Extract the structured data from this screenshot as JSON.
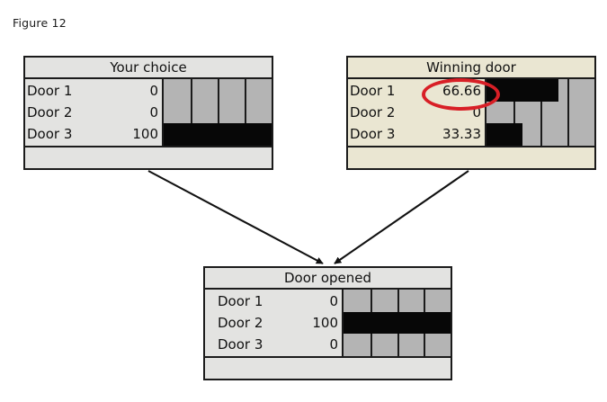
{
  "figure": {
    "caption": "Figure 12"
  },
  "chart_data": {
    "type": "bar",
    "title": "Figure 12",
    "xlabel": "",
    "ylabel": "",
    "xlim": [
      0,
      100
    ],
    "grid": true,
    "gridlines": [
      25,
      50,
      75
    ],
    "legend": "none",
    "panels": [
      {
        "title": "Your choice",
        "categories": [
          "Door 1",
          "Door 2",
          "Door 3"
        ],
        "values": [
          0,
          0,
          100
        ],
        "value_labels": [
          "0",
          "0",
          "100"
        ],
        "highlight": null
      },
      {
        "title": "Winning door",
        "categories": [
          "Door 1",
          "Door 2",
          "Door 3"
        ],
        "values": [
          66.66,
          0,
          33.33
        ],
        "value_labels": [
          "66.66",
          "0",
          "33.33"
        ],
        "highlight": "66.66"
      },
      {
        "title": "Door opened",
        "categories": [
          "Door 1",
          "Door 2",
          "Door 3"
        ],
        "values": [
          0,
          100,
          0
        ],
        "value_labels": [
          "0",
          "100",
          "0"
        ],
        "highlight": null
      }
    ]
  },
  "panels": {
    "your_choice": {
      "title": "Your choice",
      "rows": [
        {
          "label": "Door 1",
          "value": "0",
          "pct": 0
        },
        {
          "label": "Door 2",
          "value": "0",
          "pct": 0
        },
        {
          "label": "Door 3",
          "value": "100",
          "pct": 100
        }
      ]
    },
    "winning_door": {
      "title": "Winning door",
      "rows": [
        {
          "label": "Door 1",
          "value": "66.66",
          "pct": 66.66
        },
        {
          "label": "Door 2",
          "value": "0",
          "pct": 0
        },
        {
          "label": "Door 3",
          "value": "33.33",
          "pct": 33.33
        }
      ]
    },
    "door_opened": {
      "title": "Door opened",
      "rows": [
        {
          "label": "Door 1",
          "value": "0",
          "pct": 0
        },
        {
          "label": "Door 2",
          "value": "100",
          "pct": 100
        },
        {
          "label": "Door 3",
          "value": "0",
          "pct": 0
        }
      ]
    }
  },
  "annotations": {
    "highlight_ellipse": {
      "target": "winning_door.rows.0.value",
      "color": "#d81f26"
    },
    "arrows": [
      {
        "from": "your_choice",
        "to": "door_opened"
      },
      {
        "from": "winning_door",
        "to": "door_opened"
      }
    ]
  },
  "colors": {
    "panel_bg": "#e3e3e1",
    "panel_bg_alt": "#eae6d2",
    "chart_bg": "#b4b4b4",
    "bar": "#070707",
    "border": "#1b1b1b",
    "highlight": "#d81f26"
  }
}
